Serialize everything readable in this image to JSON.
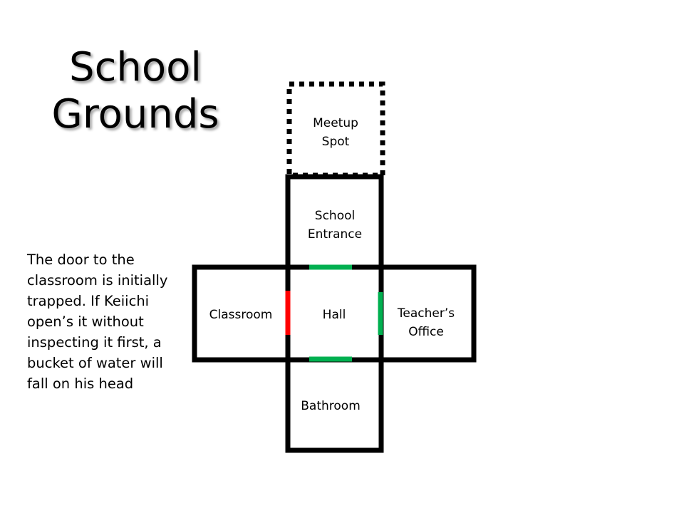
{
  "title": {
    "line1": "School",
    "line2": "Grounds"
  },
  "note": "The door to the classroom is initially trapped. If Keiichi open’s it without inspecting it first, a bucket of water will fall on his head",
  "rooms": {
    "meetup": {
      "line1": "Meetup",
      "line2": "Spot"
    },
    "entrance": {
      "line1": "School",
      "line2": "Entrance"
    },
    "classroom": {
      "label": "Classroom"
    },
    "hall": {
      "label": "Hall"
    },
    "office": {
      "line1": "Teacher’s",
      "line2": "Office"
    },
    "bathroom": {
      "label": "Bathroom"
    }
  },
  "colors": {
    "wall": "#000000",
    "door_open": "#00b050",
    "door_trapped": "#ff0000"
  }
}
